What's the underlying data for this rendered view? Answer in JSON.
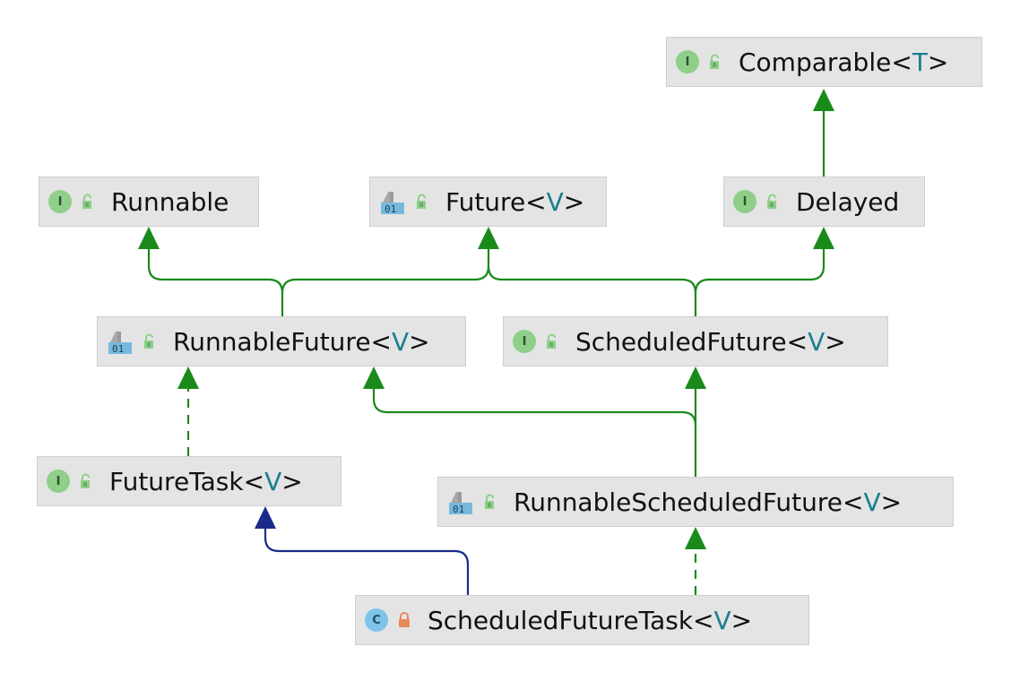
{
  "nodes": [
    {
      "id": "comparable",
      "kind": "interface",
      "name": "Comparable",
      "type_param": "T",
      "access": "public"
    },
    {
      "id": "runnable",
      "kind": "interface",
      "name": "Runnable",
      "type_param": "",
      "access": "public"
    },
    {
      "id": "future",
      "kind": "abstract-interface",
      "name": "Future",
      "type_param": "V",
      "access": "public"
    },
    {
      "id": "delayed",
      "kind": "interface",
      "name": "Delayed",
      "type_param": "",
      "access": "public"
    },
    {
      "id": "runnablefuture",
      "kind": "abstract-interface",
      "name": "RunnableFuture",
      "type_param": "V",
      "access": "public"
    },
    {
      "id": "scheduledfuture",
      "kind": "interface",
      "name": "ScheduledFuture",
      "type_param": "V",
      "access": "public"
    },
    {
      "id": "futuretask",
      "kind": "interface",
      "name": "FutureTask",
      "type_param": "V",
      "access": "public"
    },
    {
      "id": "runnablescheduledfuture",
      "kind": "abstract-interface",
      "name": "RunnableScheduledFuture",
      "type_param": "V",
      "access": "public"
    },
    {
      "id": "scheduledfuturetask",
      "kind": "class",
      "name": "ScheduledFutureTask",
      "type_param": "V",
      "access": "private"
    }
  ],
  "icon_text": {
    "interface": "I",
    "class": "C",
    "abstract_bits": "01"
  },
  "colors": {
    "extends": "#1a8a1a",
    "implements": "#1a8a1a",
    "class_extends": "#1a2a8a",
    "type_param": "#1a7f8e"
  }
}
